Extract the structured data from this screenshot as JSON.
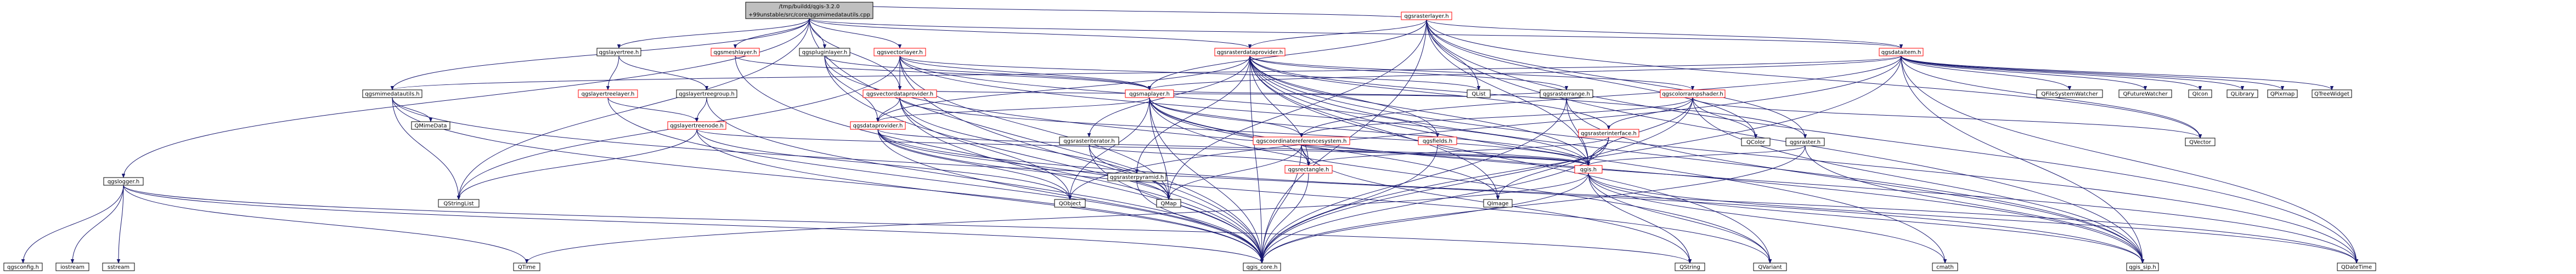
{
  "nodes": [
    {
      "id": "root",
      "lines": [
        "/tmp/buildd/qgis-3.2.0",
        "+99unstable/src/core/qgsmimedatautils.cpp"
      ],
      "style": "root"
    },
    {
      "id": "qgsrasterlayer",
      "lines": [
        "qgsrasterlayer.h"
      ],
      "style": "red"
    },
    {
      "id": "qgsdataitem",
      "lines": [
        "qgsdataitem.h"
      ],
      "style": "red"
    },
    {
      "id": "qgsrasterdataprovider",
      "lines": [
        "qgsrasterdataprovider.h"
      ],
      "style": "red"
    },
    {
      "id": "qgsvectorlayer",
      "lines": [
        "qgsvectorlayer.h"
      ],
      "style": "red"
    },
    {
      "id": "qgsmeshlayer",
      "lines": [
        "qgsmeshlayer.h"
      ],
      "style": "red"
    },
    {
      "id": "qgslayertree",
      "lines": [
        "qgslayertree.h"
      ],
      "style": "plain"
    },
    {
      "id": "qgspluginlayer",
      "lines": [
        "qgspluginlayer.h"
      ],
      "style": "plain"
    },
    {
      "id": "qgsmimedatautils",
      "lines": [
        "qgsmimedatautils.h"
      ],
      "style": "plain"
    },
    {
      "id": "qgslogger",
      "lines": [
        "qgslogger.h"
      ],
      "style": "plain"
    },
    {
      "id": "qgsmaplayer",
      "lines": [
        "qgsmaplayer.h"
      ],
      "style": "red"
    },
    {
      "id": "qgsvectordataprovider",
      "lines": [
        "qgsvectordataprovider.h"
      ],
      "style": "red"
    },
    {
      "id": "qgslayertreelayer",
      "lines": [
        "qgslayertreelayer.h"
      ],
      "style": "red"
    },
    {
      "id": "qgslayertreegroup",
      "lines": [
        "qgslayertreegroup.h"
      ],
      "style": "plain"
    },
    {
      "id": "qgslayertreenode",
      "lines": [
        "qgslayertreenode.h"
      ],
      "style": "red"
    },
    {
      "id": "qgsdataprovider",
      "lines": [
        "qgsdataprovider.h"
      ],
      "style": "red"
    },
    {
      "id": "qgsrasteriterator",
      "lines": [
        "qgsrasteriterator.h"
      ],
      "style": "plain"
    },
    {
      "id": "qgsrasterpyramid",
      "lines": [
        "qgsrasterpyramid.h"
      ],
      "style": "plain"
    },
    {
      "id": "qgscoordinatereferencesystem",
      "lines": [
        "qgscoordinatereferencesystem.h"
      ],
      "style": "red"
    },
    {
      "id": "qgsfields",
      "lines": [
        "qgsfields.h"
      ],
      "style": "red"
    },
    {
      "id": "qgsrasterrange",
      "lines": [
        "qgsrasterrange.h"
      ],
      "style": "plain"
    },
    {
      "id": "qgscolorrampshader",
      "lines": [
        "qgscolorrampshader.h"
      ],
      "style": "red"
    },
    {
      "id": "qgsrasterinterface",
      "lines": [
        "qgsrasterinterface.h"
      ],
      "style": "red"
    },
    {
      "id": "qgsraster",
      "lines": [
        "qgsraster.h"
      ],
      "style": "plain"
    },
    {
      "id": "qgsrectangle",
      "lines": [
        "qgsrectangle.h"
      ],
      "style": "red"
    },
    {
      "id": "qgis",
      "lines": [
        "qgis.h"
      ],
      "style": "red"
    },
    {
      "id": "qgis_core",
      "lines": [
        "qgis_core.h"
      ],
      "style": "plain"
    },
    {
      "id": "qgis_sip",
      "lines": [
        "qgis_sip.h"
      ],
      "style": "plain"
    },
    {
      "id": "QStringList",
      "lines": [
        "QStringList"
      ],
      "style": "plain"
    },
    {
      "id": "QMimeData",
      "lines": [
        "QMimeData"
      ],
      "style": "plain"
    },
    {
      "id": "qgsconfig",
      "lines": [
        "qgsconfig.h"
      ],
      "style": "plain"
    },
    {
      "id": "iostream",
      "lines": [
        "iostream"
      ],
      "style": "plain"
    },
    {
      "id": "sstream",
      "lines": [
        "sstream"
      ],
      "style": "plain"
    },
    {
      "id": "QTime",
      "lines": [
        "QTime"
      ],
      "style": "plain"
    },
    {
      "id": "QObject",
      "lines": [
        "QObject"
      ],
      "style": "plain"
    },
    {
      "id": "QMap",
      "lines": [
        "QMap"
      ],
      "style": "plain"
    },
    {
      "id": "QImage",
      "lines": [
        "QImage"
      ],
      "style": "plain"
    },
    {
      "id": "QString",
      "lines": [
        "QString"
      ],
      "style": "plain"
    },
    {
      "id": "QVariant",
      "lines": [
        "QVariant"
      ],
      "style": "plain"
    },
    {
      "id": "cmath",
      "lines": [
        "cmath"
      ],
      "style": "plain"
    },
    {
      "id": "QDateTime",
      "lines": [
        "QDateTime"
      ],
      "style": "plain"
    },
    {
      "id": "QList",
      "lines": [
        "QList"
      ],
      "style": "plain"
    },
    {
      "id": "QColor",
      "lines": [
        "QColor"
      ],
      "style": "plain"
    },
    {
      "id": "QVector",
      "lines": [
        "QVector"
      ],
      "style": "plain"
    },
    {
      "id": "QFileSystemWatcher",
      "lines": [
        "QFileSystemWatcher"
      ],
      "style": "plain"
    },
    {
      "id": "QFutureWatcher",
      "lines": [
        "QFutureWatcher"
      ],
      "style": "plain"
    },
    {
      "id": "QIcon",
      "lines": [
        "QIcon"
      ],
      "style": "plain"
    },
    {
      "id": "QLibrary",
      "lines": [
        "QLibrary"
      ],
      "style": "plain"
    },
    {
      "id": "QPixmap",
      "lines": [
        "QPixmap"
      ],
      "style": "plain"
    },
    {
      "id": "QTreeWidget",
      "lines": [
        "QTreeWidget"
      ],
      "style": "plain"
    }
  ],
  "edges": [
    [
      "root",
      "qgsrasterlayer"
    ],
    [
      "root",
      "qgsdataitem"
    ],
    [
      "root",
      "qgsrasterdataprovider"
    ],
    [
      "root",
      "qgsvectorlayer"
    ],
    [
      "root",
      "qgsmeshlayer"
    ],
    [
      "root",
      "qgslayertree"
    ],
    [
      "root",
      "qgspluginlayer"
    ],
    [
      "root",
      "qgsmimedatautils"
    ],
    [
      "root",
      "qgslogger"
    ],
    [
      "root",
      "qgsvectordataprovider"
    ],
    [
      "root",
      "qgis_core"
    ],
    [
      "root",
      "QStringList"
    ],
    [
      "qgsrasterlayer",
      "qgsrasterdataprovider"
    ],
    [
      "qgsrasterlayer",
      "qgsdataitem"
    ],
    [
      "qgsrasterlayer",
      "qgsmaplayer"
    ],
    [
      "qgsrasterlayer",
      "qgsraster"
    ],
    [
      "qgsrasterlayer",
      "qgis"
    ],
    [
      "qgsrasterlayer",
      "qgis_core"
    ],
    [
      "qgsrasterlayer",
      "qgis_sip"
    ],
    [
      "qgsrasterlayer",
      "QVector"
    ],
    [
      "qgsrasterlayer",
      "QDateTime"
    ],
    [
      "qgsrasterlayer",
      "QList"
    ],
    [
      "qgsrasterlayer",
      "QColor"
    ],
    [
      "qgsrasterlayer",
      "QMap"
    ],
    [
      "qgsdataitem",
      "qgsmimedatautils"
    ],
    [
      "qgsdataitem",
      "qgsmaplayer"
    ],
    [
      "qgsdataitem",
      "qgscoordinatereferencesystem"
    ],
    [
      "qgsdataitem",
      "qgis_core"
    ],
    [
      "qgsdataitem",
      "qgis_sip"
    ],
    [
      "qgsdataitem",
      "QFileSystemWatcher"
    ],
    [
      "qgsdataitem",
      "QFutureWatcher"
    ],
    [
      "qgsdataitem",
      "QIcon"
    ],
    [
      "qgsdataitem",
      "QLibrary"
    ],
    [
      "qgsdataitem",
      "QPixmap"
    ],
    [
      "qgsdataitem",
      "QTreeWidget"
    ],
    [
      "qgsdataitem",
      "QVector"
    ],
    [
      "qgsdataitem",
      "QDateTime"
    ],
    [
      "qgsdataitem",
      "QObject"
    ],
    [
      "qgsrasterdataprovider",
      "qgsdataprovider"
    ],
    [
      "qgsrasterdataprovider",
      "qgsfields"
    ],
    [
      "qgsrasterdataprovider",
      "qgsraster"
    ],
    [
      "qgsrasterdataprovider",
      "qgsrasterinterface"
    ],
    [
      "qgsrasterdataprovider",
      "qgsrasterrange"
    ],
    [
      "qgsrasterdataprovider",
      "qgscolorrampshader"
    ],
    [
      "qgsrasterdataprovider",
      "qgsrasteriterator"
    ],
    [
      "qgsrasterdataprovider",
      "qgsrasterpyramid"
    ],
    [
      "qgsrasterdataprovider",
      "qgsrectangle"
    ],
    [
      "qgsrasterdataprovider",
      "qgis_core"
    ],
    [
      "qgsrasterdataprovider",
      "qgis_sip"
    ],
    [
      "qgsrasterdataprovider",
      "qgis"
    ],
    [
      "qgsrasterdataprovider",
      "QDateTime"
    ],
    [
      "qgsrasterdataprovider",
      "QVariant"
    ],
    [
      "qgsrasterdataprovider",
      "QImage"
    ],
    [
      "qgsrasterdataprovider",
      "cmath"
    ],
    [
      "qgsvectorlayer",
      "qgsmaplayer"
    ],
    [
      "qgsvectorlayer",
      "qgsvectordataprovider"
    ],
    [
      "qgsvectorlayer",
      "qgsfields"
    ],
    [
      "qgsvectorlayer",
      "qgis"
    ],
    [
      "qgsvectorlayer",
      "qgis_core"
    ],
    [
      "qgsvectorlayer",
      "QMap"
    ],
    [
      "qgsvectorlayer",
      "QList"
    ],
    [
      "qgsvectorlayer",
      "QStringList"
    ],
    [
      "qgsmeshlayer",
      "qgsmaplayer"
    ],
    [
      "qgsmeshlayer",
      "qgis_core"
    ],
    [
      "qgslayertree",
      "qgslayertreelayer"
    ],
    [
      "qgslayertree",
      "qgslayertreegroup"
    ],
    [
      "qgspluginlayer",
      "qgsmaplayer"
    ],
    [
      "qgspluginlayer",
      "qgsdataprovider"
    ],
    [
      "qgspluginlayer",
      "qgis_core"
    ],
    [
      "qgspluginlayer",
      "qgis_sip"
    ],
    [
      "qgsmimedatautils",
      "QMimeData"
    ],
    [
      "qgsmimedatautils",
      "QStringList"
    ],
    [
      "qgsmimedatautils",
      "qgis_core"
    ],
    [
      "qgsmimedatautils",
      "qgis_sip"
    ],
    [
      "qgslogger",
      "qgsconfig"
    ],
    [
      "qgslogger",
      "iostream"
    ],
    [
      "qgslogger",
      "sstream"
    ],
    [
      "qgslogger",
      "QTime"
    ],
    [
      "qgslogger",
      "qgis_core"
    ],
    [
      "qgslogger",
      "QString"
    ],
    [
      "qgsmaplayer",
      "qgis"
    ],
    [
      "qgsmaplayer",
      "qgis_core"
    ],
    [
      "qgsmaplayer",
      "qgsrectangle"
    ],
    [
      "qgsmaplayer",
      "qgscoordinatereferencesystem"
    ],
    [
      "qgsmaplayer",
      "QObject"
    ],
    [
      "qgsmaplayer",
      "QImage"
    ],
    [
      "qgsmaplayer",
      "QDateTime"
    ],
    [
      "qgsmaplayer",
      "QList"
    ],
    [
      "qgsmaplayer",
      "QMap"
    ],
    [
      "qgsmaplayer",
      "QVariant"
    ],
    [
      "qgsmaplayer",
      "qgsdataprovider"
    ],
    [
      "qgsvectordataprovider",
      "qgsdataprovider"
    ],
    [
      "qgsvectordataprovider",
      "qgis"
    ],
    [
      "qgsvectordataprovider",
      "qgis_core"
    ],
    [
      "qgsvectordataprovider",
      "QList"
    ],
    [
      "qgsvectordataprovider",
      "QMap"
    ],
    [
      "qgsvectordataprovider",
      "QObject"
    ],
    [
      "qgslayertreelayer",
      "qgslayertreenode"
    ],
    [
      "qgslayertreelayer",
      "qgis_core"
    ],
    [
      "qgslayertreegroup",
      "qgslayertreenode"
    ],
    [
      "qgslayertreegroup",
      "qgis_core"
    ],
    [
      "qgslayertreenode",
      "qgis"
    ],
    [
      "qgslayertreenode",
      "qgis_core"
    ],
    [
      "qgslayertreenode",
      "QObject"
    ],
    [
      "qgslayertreenode",
      "QStringList"
    ],
    [
      "qgsdataprovider",
      "qgis_core"
    ],
    [
      "qgsdataprovider",
      "QObject"
    ],
    [
      "qgsdataprovider",
      "QDateTime"
    ],
    [
      "qgsdataprovider",
      "QVariant"
    ],
    [
      "qgsdataprovider",
      "qgis"
    ],
    [
      "qgsdataprovider",
      "QMap"
    ],
    [
      "qgsrasteriterator",
      "qgsrectangle"
    ],
    [
      "qgsrasteriterator",
      "qgis_core"
    ],
    [
      "qgsrasteriterator",
      "QMap"
    ],
    [
      "qgsrasterpyramid",
      "qgis_core"
    ],
    [
      "qgscoordinatereferencesystem",
      "qgis"
    ],
    [
      "qgscoordinatereferencesystem",
      "qgis_core"
    ],
    [
      "qgscoordinatereferencesystem",
      "QString"
    ],
    [
      "qgscoordinatereferencesystem",
      "QMap"
    ],
    [
      "qgscoordinatereferencesystem",
      "qgsrectangle"
    ],
    [
      "qgsfields",
      "qgis_core"
    ],
    [
      "qgsfields",
      "qgis"
    ],
    [
      "qgsrasterrange",
      "qgis_core"
    ],
    [
      "qgsrasterrange",
      "qgis_sip"
    ],
    [
      "qgsrasterrange",
      "qgis"
    ],
    [
      "qgsrasterrange",
      "QList"
    ],
    [
      "qgscolorrampshader",
      "qgis_core"
    ],
    [
      "qgscolorrampshader",
      "qgis_sip"
    ],
    [
      "qgscolorrampshader",
      "QColor"
    ],
    [
      "qgscolorrampshader",
      "QVector"
    ],
    [
      "qgscolorrampshader",
      "qgsrasterinterface"
    ],
    [
      "qgscolorrampshader",
      "qgscoordinatereferencesystem"
    ],
    [
      "qgscolorrampshader",
      "qgis"
    ],
    [
      "qgsrasterinterface",
      "qgis"
    ],
    [
      "qgsrasterinterface",
      "qgis_core"
    ],
    [
      "qgsrasterinterface",
      "qgsrectangle"
    ],
    [
      "qgsrasterinterface",
      "QImage"
    ],
    [
      "qgsraster",
      "qgis_core"
    ],
    [
      "qgsraster",
      "qgis_sip"
    ],
    [
      "qgsraster",
      "qgis"
    ],
    [
      "qgsrectangle",
      "qgis_core"
    ],
    [
      "qgis",
      "QString"
    ],
    [
      "qgis",
      "QVariant"
    ],
    [
      "qgis",
      "QDateTime"
    ],
    [
      "qgis",
      "cmath"
    ],
    [
      "qgis",
      "qgis_core"
    ],
    [
      "qgis",
      "qgis_sip"
    ],
    [
      "qgis",
      "QTime"
    ]
  ]
}
